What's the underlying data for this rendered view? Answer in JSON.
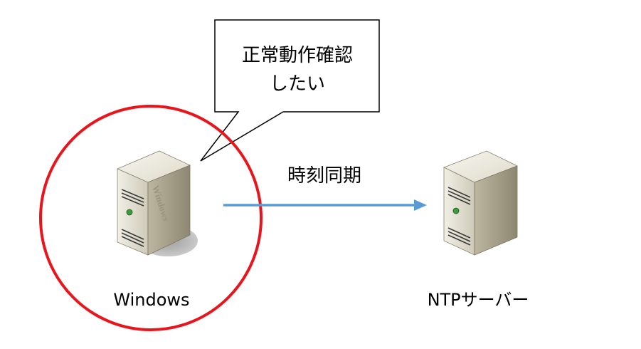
{
  "callout": {
    "line1": "正常動作確認",
    "line2": "したい"
  },
  "arrow_label": "時刻同期",
  "client": {
    "label": "Windows",
    "case_text": "Windows"
  },
  "server": {
    "label": "NTPサーバー"
  },
  "colors": {
    "highlight_circle": "#e8161c",
    "arrow": "#5b9bd5",
    "callout_border": "#000000",
    "server_body": "#d8d4c4",
    "server_shadow": "#b8b8b8"
  }
}
